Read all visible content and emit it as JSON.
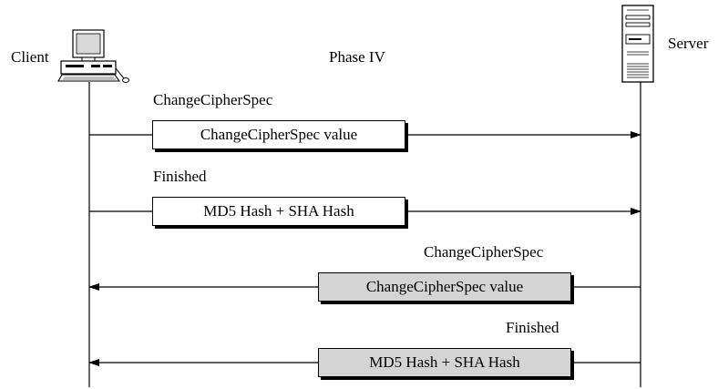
{
  "client_label": "Client",
  "server_label": "Server",
  "phase_title": "Phase IV",
  "messages": [
    {
      "name": "ChangeCipherSpec",
      "content": "ChangeCipherSpec value",
      "direction": "client-to-server"
    },
    {
      "name": "Finished",
      "content": "MD5 Hash + SHA Hash",
      "direction": "client-to-server"
    },
    {
      "name": "ChangeCipherSpec",
      "content": "ChangeCipherSpec value",
      "direction": "server-to-client"
    },
    {
      "name": "Finished",
      "content": "MD5 Hash + SHA Hash",
      "direction": "server-to-client"
    }
  ],
  "colors": {
    "client_box": "#ffffff",
    "server_box": "#d4d4d4",
    "line": "#000000"
  },
  "icons": {
    "client": "desktop-computer-icon",
    "server": "server-tower-icon"
  }
}
